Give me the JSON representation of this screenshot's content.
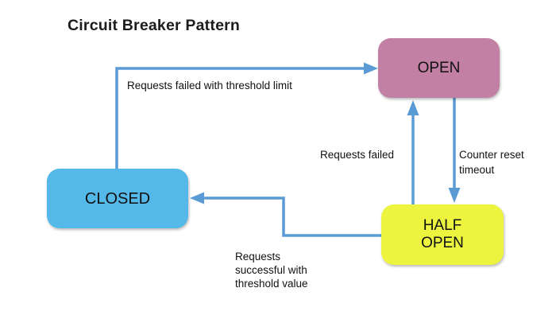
{
  "title": "Circuit Breaker Pattern",
  "colors": {
    "arrow": "#5b9bd5",
    "closed_fill": "#54b8e8",
    "open_fill": "#c180a4",
    "half_open_fill": "#ecf440",
    "title_text": "#1c1c1c",
    "label_text": "#111111",
    "canvas_bg": "#ffffff"
  },
  "states": {
    "closed": {
      "label": "CLOSED"
    },
    "open": {
      "label": "OPEN"
    },
    "half_open": {
      "lines": [
        "HALF",
        "OPEN"
      ]
    }
  },
  "transitions": {
    "closed_to_open": {
      "label": "Requests failed with threshold limit"
    },
    "half_open_to_open": {
      "label": "Requests failed"
    },
    "open_to_half_open": {
      "lines": [
        "Counter reset",
        "timeout"
      ]
    },
    "half_open_to_closed": {
      "lines": [
        "Requests",
        "successful with",
        "threshold value"
      ]
    }
  }
}
